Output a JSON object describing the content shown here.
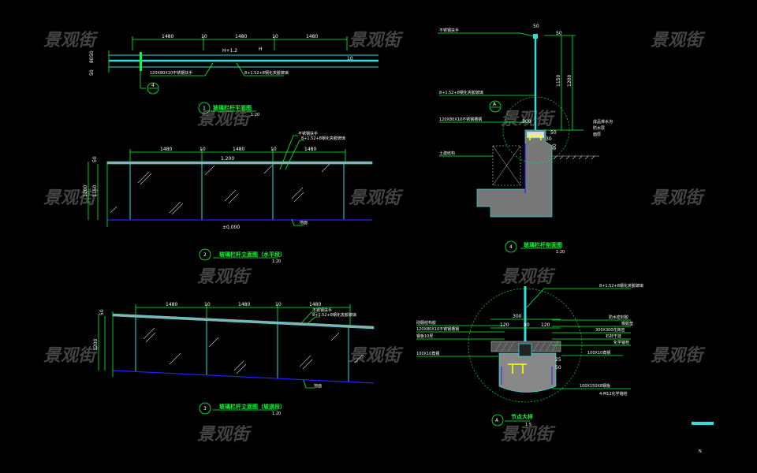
{
  "watermark": "景观街",
  "plan": {
    "dims": [
      "1480",
      "10",
      "1480",
      "10",
      "1480"
    ],
    "side_dims": [
      "50",
      "80",
      "50"
    ],
    "elev_mark": "H+1.2",
    "elev_mark2": "H",
    "gap": "10",
    "note1": "120X80X10不锈钢扶手",
    "note2": "8+1.52+8钢化夹胶玻璃",
    "section_ref": "4",
    "title_no": "1",
    "title": "玻璃栏杆平面图",
    "scale": "1:20"
  },
  "elev_flat": {
    "dims": [
      "1480",
      "10",
      "1480",
      "10",
      "1480"
    ],
    "height_total": "1200",
    "height_glass": "1150",
    "top_dim": "50",
    "level_top": "1.200",
    "level_base": "±0.000",
    "note1": "不锈钢扶手",
    "note2": "8+1.52+8钢化夹胶玻璃",
    "note3": "地面",
    "title_no": "2",
    "title": "玻璃栏杆立面图（水平段）",
    "scale": "1:20"
  },
  "elev_slope": {
    "dims": [
      "1480",
      "10",
      "1480",
      "10",
      "1480"
    ],
    "height_total": "1200",
    "top_dim": "50",
    "note1": "不锈钢扶手",
    "note2": "8+1.52+8钢化夹胶玻璃",
    "note3": "地面",
    "title_no": "3",
    "title": "玻璃栏杆立面图（坡道段）",
    "scale": "1:20"
  },
  "section": {
    "dims": [
      "50",
      "50",
      "1150",
      "1200",
      "50",
      "300",
      "30",
      "80"
    ],
    "notes": [
      "不锈钢扶手",
      "8+1.52+8钢化夹胶玻璃",
      "120X80X10不锈钢槽钢",
      "土建结构",
      "成品排水沟",
      "防水层",
      "面层"
    ],
    "detail_ref": "A",
    "title_no": "4",
    "title": "玻璃栏杆剖面图",
    "scale": "1:20"
  },
  "detail": {
    "dims": [
      "300",
      "120",
      "80",
      "120",
      "25",
      "50"
    ],
    "notes_left": [
      "硅酮结构胶",
      "120X80X10不锈钢槽钢",
      "钢板10厚",
      "100X10角钢"
    ],
    "notes_right": [
      "8+1.52+8钢化夹胶玻璃",
      "防水密封胶",
      "橡胶垫",
      "300X300花岗岩",
      "石材干挂",
      "化学锚栓",
      "100X10角钢",
      "100X150X8钢板",
      "4-M12化学锚栓"
    ],
    "title_no": "A",
    "title": "节点大样",
    "scale": "1:5"
  },
  "corner_mark": "N"
}
